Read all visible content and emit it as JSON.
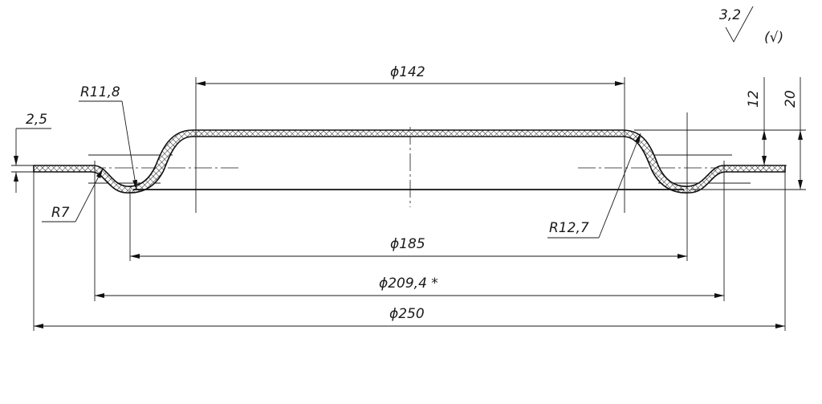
{
  "surface_finish": {
    "value": "3,2",
    "note": "(√)"
  },
  "dimensions": {
    "d142": "ϕ142",
    "d185": "ϕ185",
    "d209": "ϕ209,4 *",
    "d250": "ϕ250",
    "h12": "12",
    "h20": "20",
    "t25": "2,5",
    "r118": "R11,8",
    "r7": "R7",
    "r127": "R12,7"
  }
}
